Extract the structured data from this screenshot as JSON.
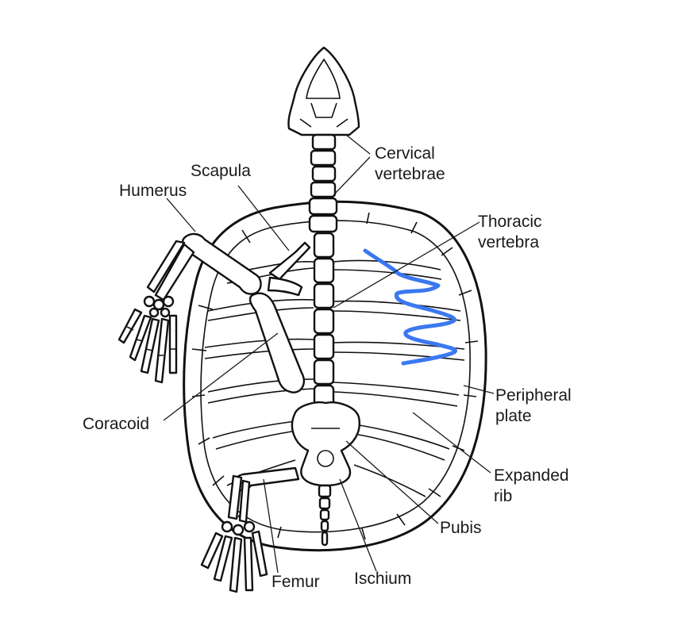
{
  "labels": {
    "cervical": [
      "Cervical",
      "vertebrae"
    ],
    "scapula": "Scapula",
    "humerus": "Humerus",
    "thoracic": [
      "Thoracic",
      "vertebra"
    ],
    "peripheral": [
      "Peripheral",
      "plate"
    ],
    "coracoid": "Coracoid",
    "expanded": [
      "Expanded",
      "rib"
    ],
    "pubis": "Pubis",
    "femur": "Femur",
    "ischium": "Ischium"
  },
  "colors": {
    "annotation_line": "#3b78f0",
    "ink": "#111111",
    "background": "#ffffff"
  }
}
